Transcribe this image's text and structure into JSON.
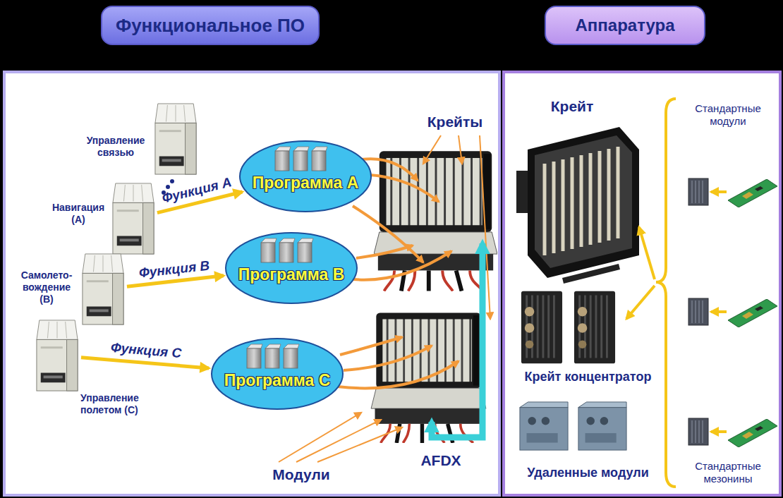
{
  "diagram": {
    "nodes": [
      {
        "text": [
          "Функциональное ПО"
        ]
      },
      {
        "text": [
          "Аппаратура"
        ]
      },
      {
        "text": [
          "Управление связью"
        ]
      },
      {
        "text": [
          "Навигация (А)"
        ]
      },
      {
        "text": [
          "Самолето- вождение (В)"
        ]
      },
      {
        "text": [
          "Управление полетом (С)"
        ]
      },
      {
        "text": [
          "Программа А"
        ]
      },
      {
        "text": [
          "Программа В"
        ]
      },
      {
        "text": [
          "Программа С"
        ]
      }
    ],
    "edges": [
      {
        "from": 3,
        "to": 6,
        "arrow": "to",
        "label": "Функция А"
      },
      {
        "from": 4,
        "to": 7,
        "arrow": "to",
        "label": "Функция В"
      },
      {
        "from": 5,
        "to": 8,
        "arrow": "to",
        "label": "Функция С"
      }
    ],
    "labels": [
      "Крейты",
      "Модули",
      "AFDX",
      "Крейт",
      "Стандартные модули",
      "Крейт концентратор",
      "Удаленные модули",
      "Стандартные мезонины"
    ]
  }
}
